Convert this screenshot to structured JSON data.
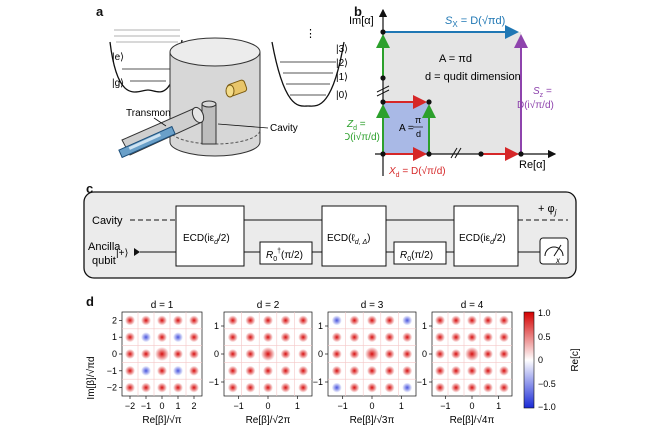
{
  "panels": {
    "a": "a",
    "b": "b",
    "c": "c",
    "d": "d"
  },
  "panel_a": {
    "qubit_levels": [
      "|e⟩",
      "|g⟩"
    ],
    "cavity_levels": [
      "|3⟩",
      "|2⟩",
      "|1⟩",
      "|0⟩"
    ],
    "ellipsis": "⋮",
    "transmon_label": "Transmon",
    "cavity_label": "Cavity"
  },
  "panel_b": {
    "y_axis": "Im[α]",
    "x_axis": "Re[α]",
    "sx": "S",
    "sx_sub": "X",
    "sx_eq": " = D(√πd)",
    "area": "A = πd",
    "d_def": "d = qudit dimension",
    "small_area_a": "A =",
    "small_area_num": "π",
    "small_area_den": "d",
    "zd": "Z",
    "zd_sub": "d",
    "zd_eq": " =",
    "zd_op": "D(i√π/d)",
    "xd": "X",
    "xd_sub": "d",
    "xd_eq": " = D(√π/d)",
    "sz": "S",
    "sz_sub": "z",
    "sz_eq": " =",
    "sz_op": "D(i√π/d)",
    "colors": {
      "blue": "#1f77b4",
      "red": "#d62728",
      "green": "#2ca02c",
      "purple": "#8e44ad",
      "fill": "#e5e5e5",
      "small_fill": "#a9b9e6"
    }
  },
  "panel_c": {
    "cavity": "Cavity",
    "ancilla": "Ancilla",
    "qubit": "qubit",
    "init": "|+⟩",
    "phase": "+ φ",
    "phase_sub": "j",
    "gate1": "ECD(iε",
    "gate1_sub": "d",
    "gate1_end": "/2)",
    "rot1": "R",
    "rot1_sub": "0",
    "rot1_sup": "†",
    "rot1_end": "(π/2)",
    "gate2": "ECD(ℓ",
    "gate2_sub": "d, Δ",
    "gate2_end": ")",
    "rot2": "R",
    "rot2_sub": "0",
    "rot2_end": "(π/2)",
    "gate3": "ECD(iε",
    "gate3_sub": "d",
    "gate3_end": "/2)",
    "measure": "x"
  },
  "panel_d": {
    "y_label": "Im[β]/√πd",
    "colorbar_label": "Re[c]",
    "colorbar_ticks": [
      "1.0",
      "0.5",
      "0",
      "−0.5",
      "−1.0"
    ],
    "subplots": [
      {
        "title": "d = 1",
        "xlabel": "Re[β]/√π",
        "xticks": [
          "−2",
          "−1",
          "0",
          "1",
          "2"
        ],
        "yticks": [
          "2",
          "1",
          "0",
          "−1",
          "−2"
        ]
      },
      {
        "title": "d = 2",
        "xlabel": "Re[β]/√2π",
        "xticks": [
          "−1",
          "0",
          "1"
        ],
        "yticks": [
          "1",
          "0",
          "−1"
        ]
      },
      {
        "title": "d = 3",
        "xlabel": "Re[β]/√3π",
        "xticks": [
          "−1",
          "0",
          "1"
        ],
        "yticks": [
          "1",
          "0",
          "−1"
        ]
      },
      {
        "title": "d = 4",
        "xlabel": "Re[β]/√4π",
        "xticks": [
          "−1",
          "0",
          "1"
        ],
        "yticks": [
          "1",
          "0",
          "−1"
        ]
      }
    ]
  }
}
